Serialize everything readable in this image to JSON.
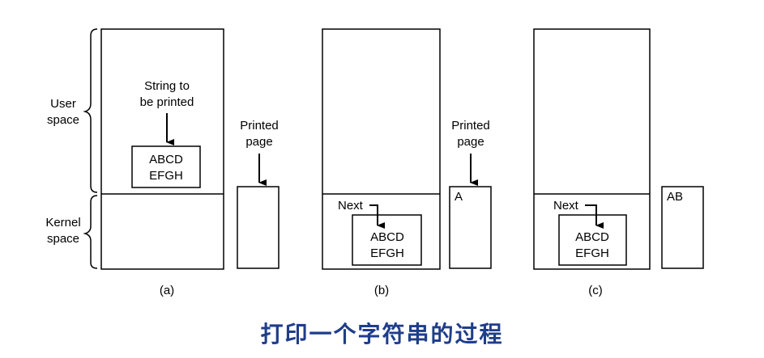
{
  "labels": {
    "user_space_line1": "User",
    "user_space_line2": "space",
    "kernel_space_line1": "Kernel",
    "kernel_space_line2": "space"
  },
  "panel_a": {
    "string_label_line1": "String to",
    "string_label_line2": "be printed",
    "buffer_line1": "ABCD",
    "buffer_line2": "EFGH",
    "printed_page_line1": "Printed",
    "printed_page_line2": "page",
    "page_content": "",
    "caption": "(a)"
  },
  "panel_b": {
    "next_label": "Next",
    "buffer_line1": "ABCD",
    "buffer_line2": "EFGH",
    "printed_page_line1": "Printed",
    "printed_page_line2": "page",
    "page_content": "A",
    "caption": "(b)"
  },
  "panel_c": {
    "next_label": "Next",
    "buffer_line1": "ABCD",
    "buffer_line2": "EFGH",
    "page_content": "AB",
    "caption": "(c)"
  },
  "title": "打印一个字符串的过程",
  "colors": {
    "line": "#000000",
    "title": "#1f3d8a"
  }
}
